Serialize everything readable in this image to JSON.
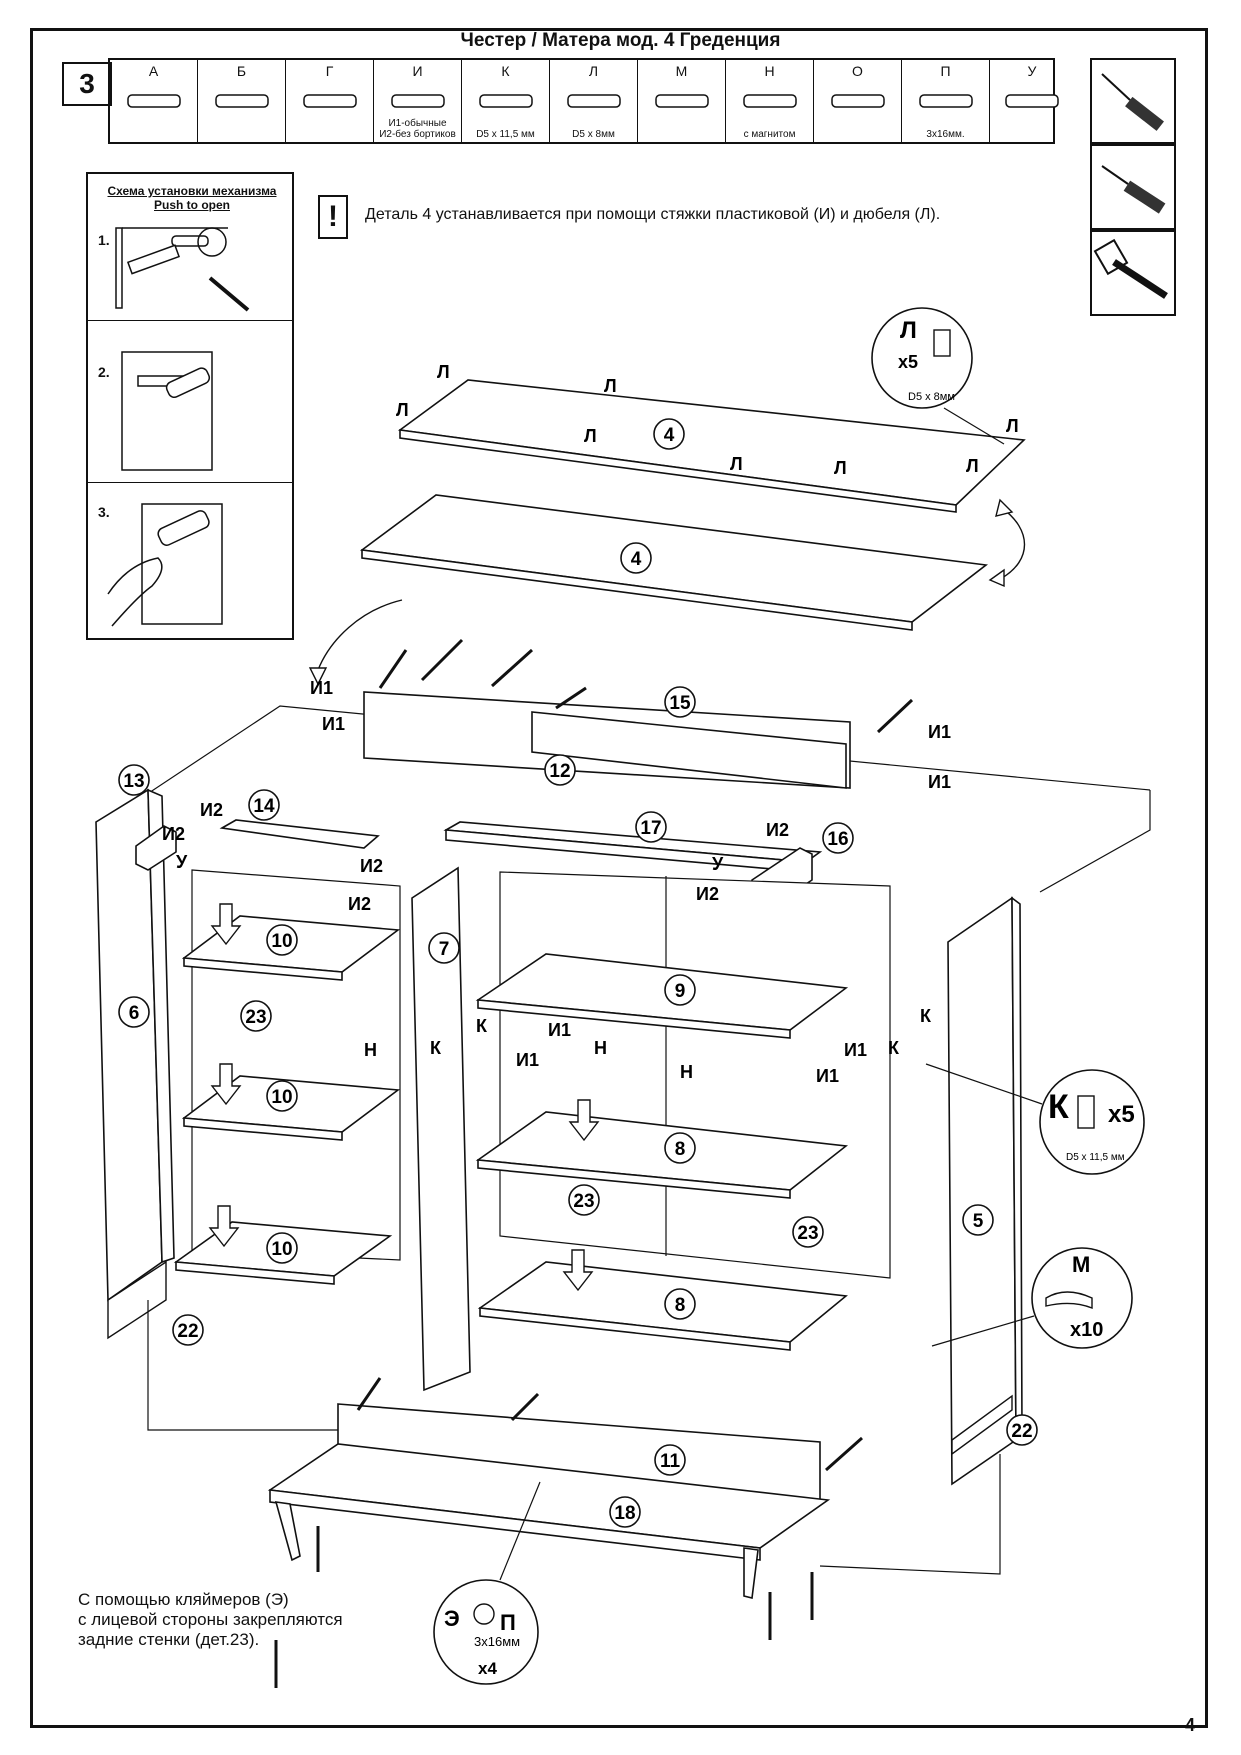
{
  "title": "Честер / Матера мод. 4 Греденция",
  "step_number": "3",
  "parts": [
    {
      "letter": "А",
      "note": ""
    },
    {
      "letter": "Б",
      "note": ""
    },
    {
      "letter": "Г",
      "note": ""
    },
    {
      "letter": "И",
      "note": "И1-обычные\nИ2-без бортиков"
    },
    {
      "letter": "К",
      "note": "D5 x 11,5 мм"
    },
    {
      "letter": "Л",
      "note": "D5 x 8мм"
    },
    {
      "letter": "М",
      "note": ""
    },
    {
      "letter": "Н",
      "note": "с магнитом"
    },
    {
      "letter": "О",
      "note": ""
    },
    {
      "letter": "П",
      "note": "3x16мм."
    },
    {
      "letter": "У",
      "note": ""
    }
  ],
  "tools": [
    "screwdriver-cross-icon",
    "screwdriver-flat-icon",
    "hammer-icon"
  ],
  "scheme": {
    "title_line1": "Схема установки механизма",
    "title_line2": "Push to open",
    "steps": [
      "1.",
      "2.",
      "3."
    ]
  },
  "warning_mark": "!",
  "note": "Деталь 4 устанавливается при помощи стяжки пластиковой (И) и дюбеля (Л).",
  "callouts": {
    "L": {
      "letter": "Л",
      "count": "x5",
      "size": "D5 x 8мм"
    },
    "K": {
      "letter": "К",
      "count": "x5",
      "size": "D5 x 11,5 мм"
    },
    "M": {
      "letter": "М",
      "count": "x10"
    },
    "EP": {
      "letter1": "Э",
      "letter2": "П",
      "size": "3x16мм",
      "count": "x4"
    }
  },
  "panel_numbers": [
    "4",
    "4",
    "15",
    "12",
    "13",
    "14",
    "17",
    "16",
    "7",
    "6",
    "10",
    "23",
    "9",
    "10",
    "8",
    "23",
    "23",
    "10",
    "8",
    "5",
    "22",
    "22",
    "11",
    "18"
  ],
  "hardware_labels": {
    "L": "Л",
    "I1": "И1",
    "I2": "И2",
    "U": "У",
    "K": "К",
    "N": "Н"
  },
  "bottom_note": [
    "С помощью кляймеров (Э)",
    "с лицевой стороны закрепляются",
    "задние стенки (дет.23)."
  ],
  "page_number": "4"
}
